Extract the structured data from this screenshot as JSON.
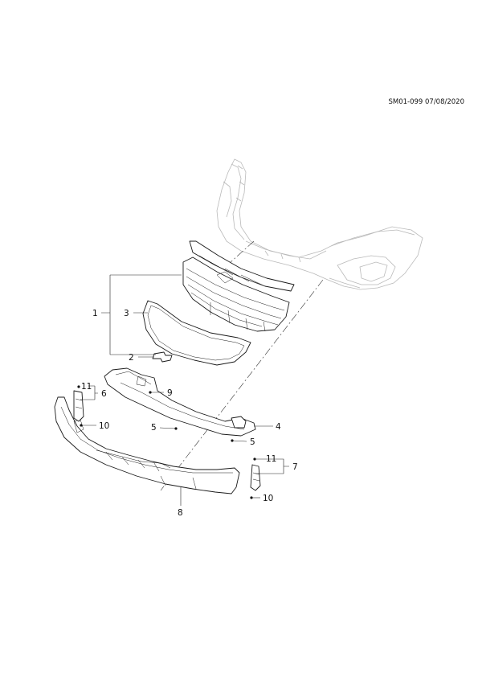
{
  "document": {
    "reference": "SM01-099 07/08/2020"
  },
  "callouts": {
    "c1": "1",
    "c2": "2",
    "c3": "3",
    "c4": "4",
    "c5a": "5",
    "c5b": "5",
    "c6": "6",
    "c7": "7",
    "c8": "8",
    "c9": "9",
    "c10a": "10",
    "c10b": "10",
    "c11a": "11",
    "c11b": "11"
  }
}
